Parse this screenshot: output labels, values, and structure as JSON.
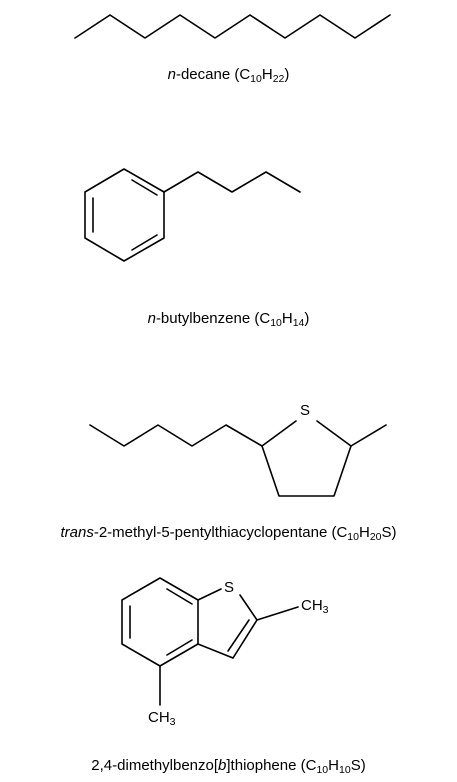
{
  "compounds": [
    {
      "prefix": "n",
      "name_main": "-decane (",
      "formula": [
        {
          "t": "C"
        },
        {
          "s": "10"
        },
        {
          "t": "H"
        },
        {
          "s": "22"
        },
        {
          "t": ")"
        }
      ]
    },
    {
      "prefix": "n",
      "name_main": "-butylbenzene (",
      "formula": [
        {
          "t": "C"
        },
        {
          "s": "10"
        },
        {
          "t": "H"
        },
        {
          "s": "14"
        },
        {
          "t": ")"
        }
      ]
    },
    {
      "prefix": "trans",
      "name_main": "-2-methyl-5-pentylthiacyclopentane (",
      "formula": [
        {
          "t": "C"
        },
        {
          "s": "10"
        },
        {
          "t": "H"
        },
        {
          "s": "20"
        },
        {
          "t": "S)"
        }
      ]
    },
    {
      "name_a": "2,4-dimethylbenzo[",
      "name_italic": "b",
      "name_b": "]thiophene (",
      "formula": [
        {
          "t": "C"
        },
        {
          "s": "10"
        },
        {
          "t": "H"
        },
        {
          "s": "10"
        },
        {
          "t": "S)"
        }
      ]
    }
  ],
  "atoms": {
    "s3": "S",
    "s4": "S",
    "ch3_a": "CH",
    "ch3_a_sub": "3",
    "ch3_b": "CH",
    "ch3_b_sub": "3"
  }
}
